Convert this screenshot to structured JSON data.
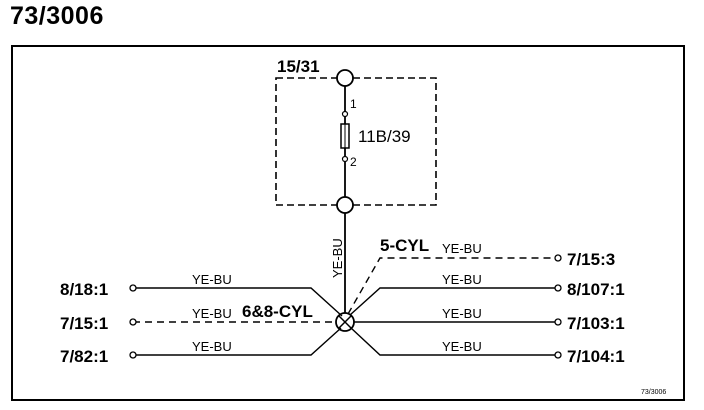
{
  "title": "73/3006",
  "ref_code": "73/3006",
  "fuse_box": {
    "label": "15/31",
    "fuse_label": "11B/39",
    "pin_top": "1",
    "pin_bottom": "2"
  },
  "trunk_wire_color": "YE-BU",
  "splice_labels": {
    "five_cyl": "5-CYL",
    "six_eight_cyl": "6&8-CYL"
  },
  "left_terminals": [
    {
      "id": "8/18:1",
      "wire": "YE-BU",
      "variant": "all"
    },
    {
      "id": "7/15:1",
      "wire": "YE-BU",
      "variant": "6&8-CYL"
    },
    {
      "id": "7/82:1",
      "wire": "YE-BU",
      "variant": "all"
    }
  ],
  "right_terminals": [
    {
      "id": "7/15:3",
      "wire": "YE-BU",
      "variant": "5-CYL"
    },
    {
      "id": "8/107:1",
      "wire": "YE-BU",
      "variant": "all"
    },
    {
      "id": "7/103:1",
      "wire": "YE-BU",
      "variant": "all"
    },
    {
      "id": "7/104:1",
      "wire": "YE-BU",
      "variant": "all"
    }
  ]
}
